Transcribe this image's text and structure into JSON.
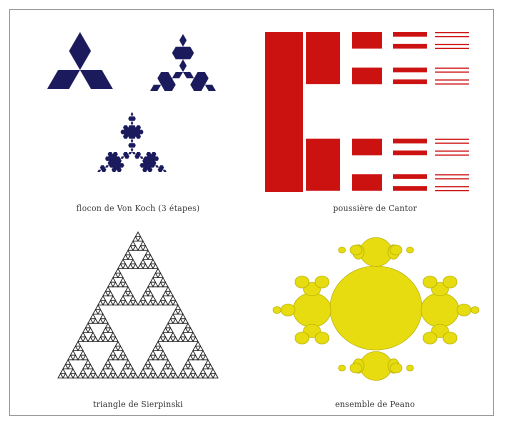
{
  "figure": {
    "koch": {
      "caption": "flocon de Von Koch (3 étapes)",
      "color": "#1a1a5c"
    },
    "cantor": {
      "caption": "poussière de Cantor",
      "color": "#cc1111"
    },
    "sierpinski": {
      "caption": "triangle de Sierpinski",
      "color": "#222222"
    },
    "mandelbrot": {
      "caption": "ensemble de Peano",
      "color": "#e6dc10",
      "stroke": "#b8ae00"
    }
  }
}
